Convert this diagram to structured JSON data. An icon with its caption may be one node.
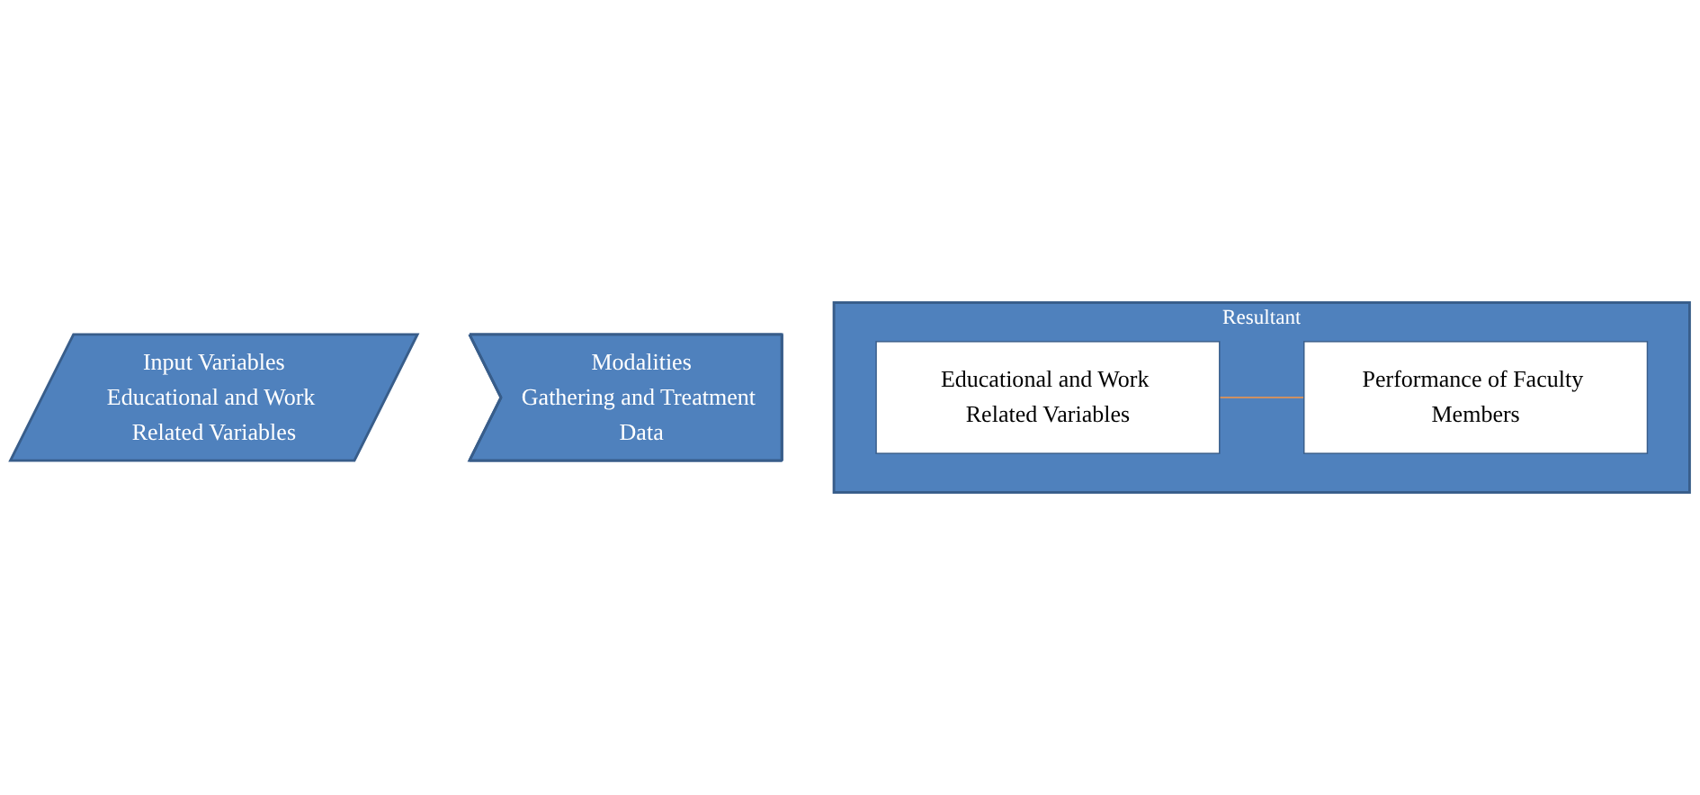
{
  "diagram": {
    "nodes": [
      {
        "text": [
          "Input Variables",
          "Educational and Work Related Variables"
        ]
      },
      {
        "text": [
          "Modalities",
          "Gathering and Treatment Data"
        ]
      },
      {
        "text": [
          "Resultant"
        ]
      },
      {
        "text": [
          "Educational and Work Related Variables"
        ],
        "in": 2
      },
      {
        "text": [
          "Performance of Faculty Members"
        ],
        "in": 2
      }
    ],
    "edges": [
      {
        "from": 3,
        "to": 4,
        "arrow": "none",
        "color": "#f79646"
      }
    ]
  }
}
